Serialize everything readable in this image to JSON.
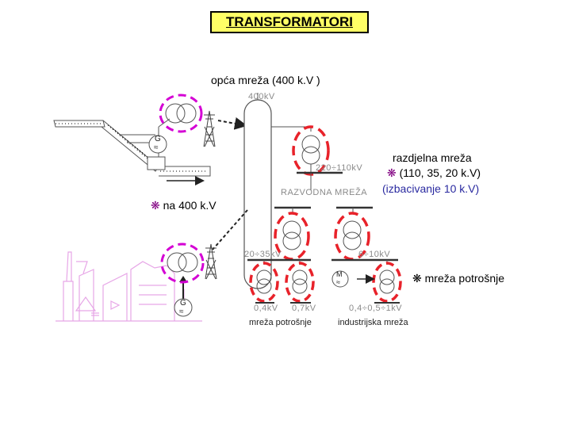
{
  "title": "TRANSFORMATORI",
  "labels": {
    "opca_mreza": "opća mreža (400 k.V )",
    "v400_top": "400kV",
    "v220_110": "220÷110kV",
    "razvodna": "RAZVODNA MREŽA",
    "v20_35": "20÷35kV",
    "v6_10": "6÷10kV",
    "v04": "0,4kV",
    "v07": "0,7kV",
    "v04_1": "0,4÷0,5÷1kV",
    "mreza_potrosnje_small": "mreža potrošnje",
    "industrijska": "industrijska mreža"
  },
  "annotations": {
    "razdjelna_line1": "razdjelna mreža",
    "razdjelna_line2": "(110, 35, 20 k.V)",
    "razdjelna_line3": "(izbacivanje 10 k.V)",
    "na400": "na 400 k.V",
    "mreza_potrosnje": "mreža potrošnje"
  },
  "symbols": {
    "bullet": "❋",
    "generator": "G",
    "motor": "M",
    "wave": "≈"
  },
  "colors": {
    "title_bg": "#ffff66",
    "red_dash": "#e8222a",
    "magenta_dash": "#d400d4",
    "line": "#555555",
    "dots": "#000000"
  }
}
